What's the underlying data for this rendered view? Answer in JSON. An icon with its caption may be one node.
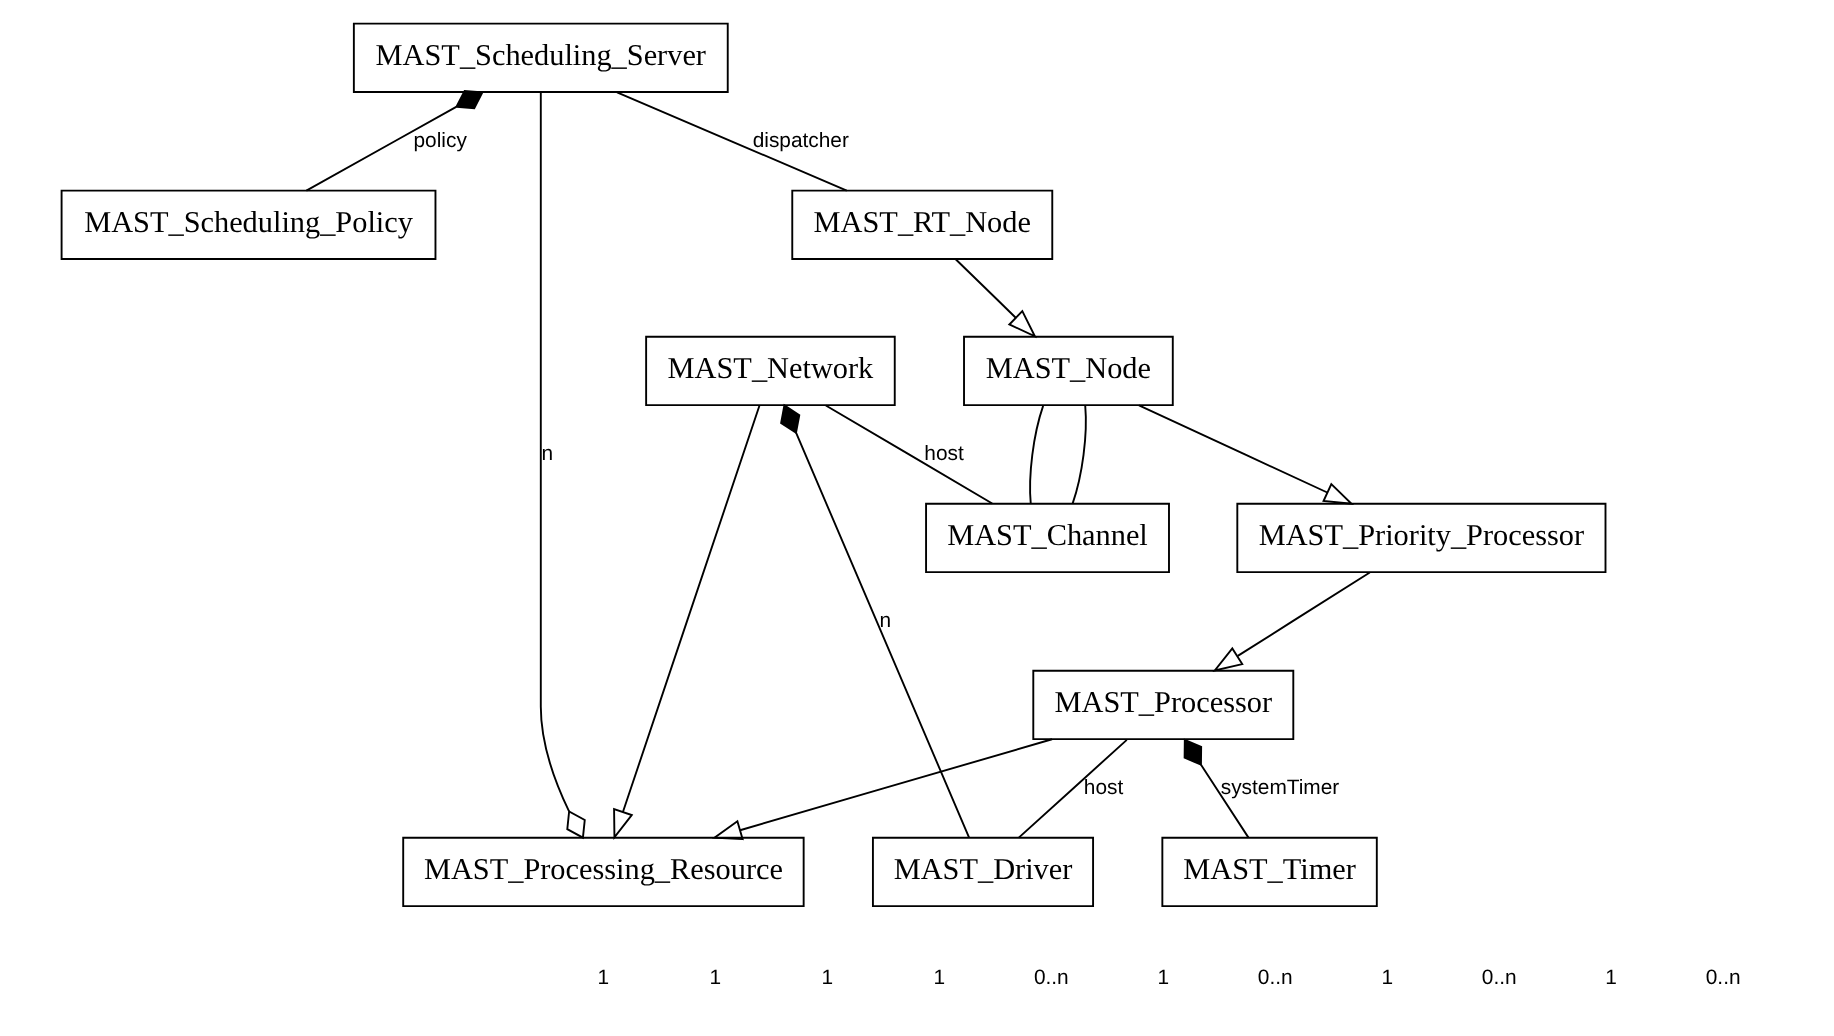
{
  "diagram": {
    "nodes": [
      {
        "text": [
          "MAST_Scheduling_Server"
        ]
      },
      {
        "text": [
          "MAST_Processing_Resource"
        ]
      },
      {
        "text": [
          "MAST_Scheduling_Policy"
        ]
      },
      {
        "text": [
          "MAST_Processor"
        ]
      },
      {
        "text": [
          "MAST_Network"
        ]
      },
      {
        "text": [
          "MAST_Timer"
        ]
      },
      {
        "text": [
          "MAST_Driver"
        ]
      },
      {
        "text": [
          "MAST_Priority_Processor"
        ]
      },
      {
        "text": [
          "MAST_RT_Node"
        ]
      },
      {
        "text": [
          "MAST_Node"
        ]
      },
      {
        "text": [
          "MAST_Channel"
        ]
      }
    ],
    "edges": [
      {
        "from": 1,
        "to": 0,
        "arrow": "other",
        "label": "n"
      },
      {
        "from": 0,
        "to": 2,
        "arrow": "other",
        "label": "policy"
      },
      {
        "from": 0,
        "to": 8,
        "arrow": "none",
        "label": "dispatcher"
      },
      {
        "from": 3,
        "to": 1,
        "arrow": "to"
      },
      {
        "from": 4,
        "to": 1,
        "arrow": "to"
      },
      {
        "from": 3,
        "to": 5,
        "arrow": "other",
        "label": "systemTimer"
      },
      {
        "from": 3,
        "to": 6,
        "arrow": "none",
        "label": "host"
      },
      {
        "from": 4,
        "to": 6,
        "arrow": "other",
        "label": "n"
      },
      {
        "from": 4,
        "to": 10,
        "arrow": "none",
        "label": "host"
      },
      {
        "from": 7,
        "to": 3,
        "arrow": "to"
      },
      {
        "from": 9,
        "to": 7,
        "arrow": "to"
      },
      {
        "from": 8,
        "to": 9,
        "arrow": "to"
      },
      {
        "from": 9,
        "to": 10,
        "arrow": "none"
      },
      {
        "from": 9,
        "to": 10,
        "arrow": "none"
      }
    ],
    "labels": [
      "1",
      "1",
      "1",
      "1",
      "0..n",
      "1",
      "0..n",
      "1",
      "0..n",
      "1",
      "0..n"
    ]
  }
}
